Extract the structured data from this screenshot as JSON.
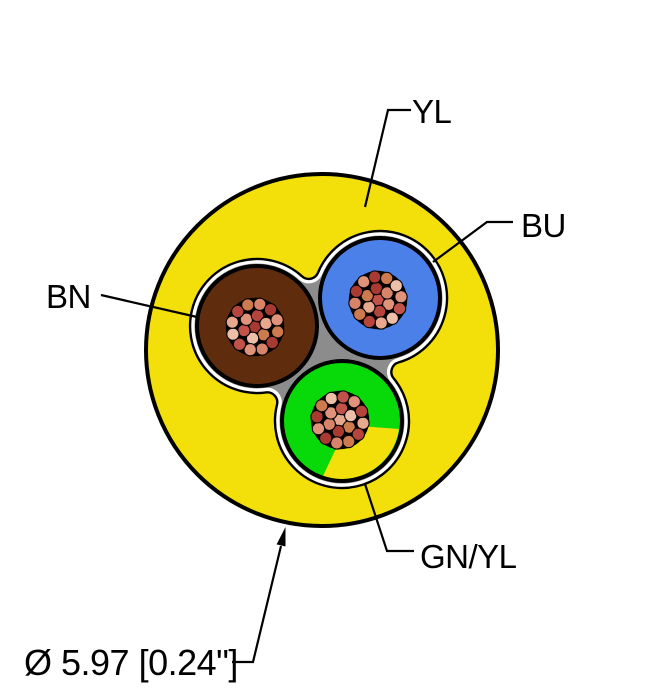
{
  "diagram": {
    "labels": {
      "jacket": "YL",
      "blue_conductor": "BU",
      "brown_conductor": "BN",
      "ground_conductor": "GN/YL"
    },
    "dimension": {
      "text": "Ø 5.97 [0.24\"]"
    },
    "colors": {
      "jacket_yellow": "#f3e00a",
      "filler_grey": "#8c8c8c",
      "insulation_blue": "#4a80e8",
      "insulation_green": "#08d908",
      "insulation_brown": "#5f2d0e",
      "ground_wedge_yellow": "#f3e00a",
      "belt_white": "#ffffff",
      "outline_black": "#000000",
      "copper_strand_palette": [
        "#a93a32",
        "#c0524a",
        "#cd7a4e",
        "#e0937a",
        "#eebfa8",
        "#b5443c",
        "#d8846b",
        "#e8a88e"
      ]
    },
    "strands_per_conductor": 19
  }
}
